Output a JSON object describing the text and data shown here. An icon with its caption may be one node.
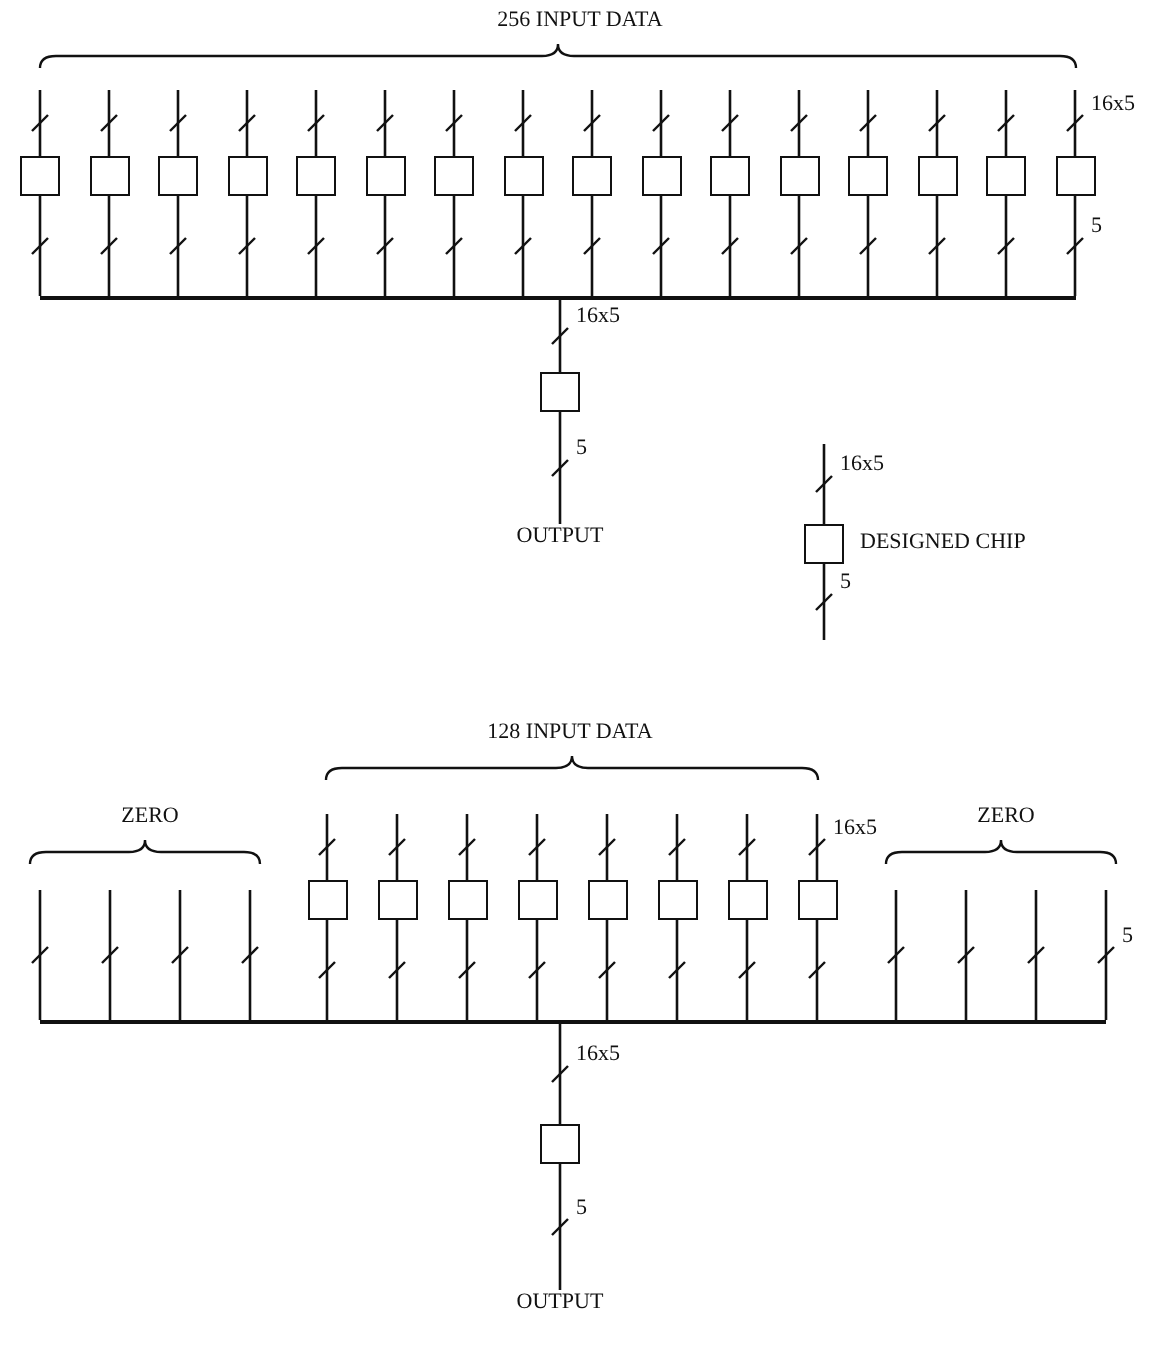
{
  "diagram": {
    "nodes": [
      {
        "text": [],
        "shape": "box"
      },
      {
        "text": [],
        "shape": "box"
      },
      {
        "text": [],
        "shape": "box"
      },
      {
        "text": [],
        "shape": "box"
      },
      {
        "text": [],
        "shape": "box"
      },
      {
        "text": [],
        "shape": "box"
      },
      {
        "text": [],
        "shape": "box"
      },
      {
        "text": [],
        "shape": "box"
      },
      {
        "text": [],
        "shape": "box"
      },
      {
        "text": [],
        "shape": "box"
      },
      {
        "text": [],
        "shape": "box"
      },
      {
        "text": [],
        "shape": "box"
      },
      {
        "text": [],
        "shape": "box"
      },
      {
        "text": [],
        "shape": "box"
      },
      {
        "text": [],
        "shape": "box"
      },
      {
        "text": [],
        "shape": "box"
      },
      {
        "text": [],
        "shape": "bar"
      },
      {
        "text": [],
        "shape": "box"
      },
      {
        "text": [
          "OUTPUT"
        ]
      },
      {
        "text": [],
        "shape": "box",
        "beside": [
          "DESIGNED CHIP"
        ]
      },
      {
        "text": [],
        "shape": "box"
      },
      {
        "text": [],
        "shape": "box"
      },
      {
        "text": [],
        "shape": "box"
      },
      {
        "text": [],
        "shape": "box"
      },
      {
        "text": [],
        "shape": "box"
      },
      {
        "text": [],
        "shape": "box"
      },
      {
        "text": [],
        "shape": "box"
      },
      {
        "text": [],
        "shape": "box"
      },
      {
        "text": [],
        "shape": "bar"
      },
      {
        "text": [],
        "shape": "box"
      },
      {
        "text": [
          "OUTPUT"
        ]
      }
    ],
    "edges": [
      {
        "from": null,
        "to": 0,
        "arrow": "none"
      },
      {
        "from": null,
        "to": 1,
        "arrow": "none"
      },
      {
        "from": null,
        "to": 2,
        "arrow": "none"
      },
      {
        "from": null,
        "to": 3,
        "arrow": "none"
      },
      {
        "from": null,
        "to": 4,
        "arrow": "none"
      },
      {
        "from": null,
        "to": 5,
        "arrow": "none"
      },
      {
        "from": null,
        "to": 6,
        "arrow": "none"
      },
      {
        "from": null,
        "to": 7,
        "arrow": "none"
      },
      {
        "from": null,
        "to": 8,
        "arrow": "none"
      },
      {
        "from": null,
        "to": 9,
        "arrow": "none"
      },
      {
        "from": null,
        "to": 10,
        "arrow": "none"
      },
      {
        "from": null,
        "to": 11,
        "arrow": "none"
      },
      {
        "from": null,
        "to": 12,
        "arrow": "none"
      },
      {
        "from": null,
        "to": 13,
        "arrow": "none"
      },
      {
        "from": null,
        "to": 14,
        "arrow": "none"
      },
      {
        "from": null,
        "to": 15,
        "arrow": "none",
        "label": "16x5"
      },
      {
        "from": 0,
        "to": 16,
        "arrow": "none"
      },
      {
        "from": 1,
        "to": 16,
        "arrow": "none"
      },
      {
        "from": 2,
        "to": 16,
        "arrow": "none"
      },
      {
        "from": 3,
        "to": 16,
        "arrow": "none"
      },
      {
        "from": 4,
        "to": 16,
        "arrow": "none"
      },
      {
        "from": 5,
        "to": 16,
        "arrow": "none"
      },
      {
        "from": 6,
        "to": 16,
        "arrow": "none"
      },
      {
        "from": 7,
        "to": 16,
        "arrow": "none"
      },
      {
        "from": 8,
        "to": 16,
        "arrow": "none"
      },
      {
        "from": 9,
        "to": 16,
        "arrow": "none"
      },
      {
        "from": 10,
        "to": 16,
        "arrow": "none"
      },
      {
        "from": 11,
        "to": 16,
        "arrow": "none"
      },
      {
        "from": 12,
        "to": 16,
        "arrow": "none"
      },
      {
        "from": 13,
        "to": 16,
        "arrow": "none"
      },
      {
        "from": 14,
        "to": 16,
        "arrow": "none"
      },
      {
        "from": 15,
        "to": 16,
        "arrow": "none",
        "label": "5"
      },
      {
        "from": 16,
        "to": 17,
        "arrow": "none",
        "label": "16x5"
      },
      {
        "from": 17,
        "to": 18,
        "arrow": "none",
        "label": "5"
      },
      {
        "from": null,
        "to": 19,
        "arrow": "none",
        "label": "16x5"
      },
      {
        "from": 19,
        "to": null,
        "arrow": "none",
        "label": "5"
      },
      {
        "from": null,
        "to": 20,
        "arrow": "none"
      },
      {
        "from": null,
        "to": 21,
        "arrow": "none"
      },
      {
        "from": null,
        "to": 22,
        "arrow": "none"
      },
      {
        "from": null,
        "to": 23,
        "arrow": "none"
      },
      {
        "from": null,
        "to": 24,
        "arrow": "none"
      },
      {
        "from": null,
        "to": 25,
        "arrow": "none"
      },
      {
        "from": null,
        "to": 26,
        "arrow": "none"
      },
      {
        "from": null,
        "to": 27,
        "arrow": "none",
        "label": "16x5"
      },
      {
        "from": null,
        "to": 28,
        "arrow": "none"
      },
      {
        "from": null,
        "to": 28,
        "arrow": "none"
      },
      {
        "from": null,
        "to": 28,
        "arrow": "none"
      },
      {
        "from": null,
        "to": 28,
        "arrow": "none"
      },
      {
        "from": 20,
        "to": 28,
        "arrow": "none"
      },
      {
        "from": 21,
        "to": 28,
        "arrow": "none"
      },
      {
        "from": 22,
        "to": 28,
        "arrow": "none"
      },
      {
        "from": 23,
        "to": 28,
        "arrow": "none"
      },
      {
        "from": 24,
        "to": 28,
        "arrow": "none"
      },
      {
        "from": 25,
        "to": 28,
        "arrow": "none"
      },
      {
        "from": 26,
        "to": 28,
        "arrow": "none"
      },
      {
        "from": 27,
        "to": 28,
        "arrow": "none"
      },
      {
        "from": null,
        "to": 28,
        "arrow": "none"
      },
      {
        "from": null,
        "to": 28,
        "arrow": "none"
      },
      {
        "from": null,
        "to": 28,
        "arrow": "none"
      },
      {
        "from": null,
        "to": 28,
        "arrow": "none",
        "label": "5"
      },
      {
        "from": 28,
        "to": 29,
        "arrow": "none",
        "label": "16x5"
      },
      {
        "from": 29,
        "to": 30,
        "arrow": "none",
        "label": "5"
      }
    ],
    "labels": [
      "256 INPUT DATA",
      "128 INPUT DATA",
      "ZERO",
      "ZERO"
    ]
  }
}
